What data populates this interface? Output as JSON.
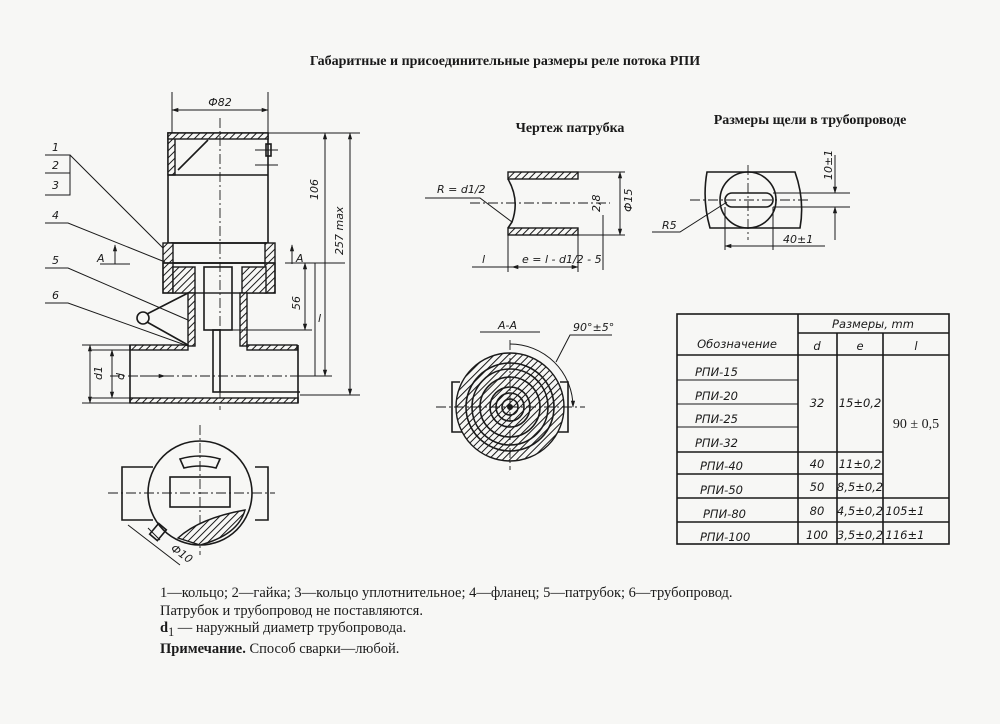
{
  "title": "Габаритные и присоединительные размеры реле потока РПИ",
  "main_view": {
    "dim_diameter": "Ф82",
    "dim_height": "106",
    "dim_total": "257 max",
    "dim_56": "56",
    "dim_l": "l",
    "section_mark": "A",
    "callouts": [
      "1",
      "2",
      "3",
      "4",
      "5",
      "6"
    ],
    "dim_d1": "d1",
    "dim_d": "d"
  },
  "bottom_view": {
    "dim_hole": "Ф10"
  },
  "nozzle_drawing": {
    "title": "Чертеж патрубка",
    "radius": "R = d1/2",
    "wall": "2,8",
    "diameter": "Ф15",
    "length": "l",
    "formula": "e = l - d1/2 - 5"
  },
  "slot_drawing": {
    "title": "Размеры щели в трубопроводе",
    "radius": "R5",
    "height": "10±1",
    "width": "40±1"
  },
  "section_aa": {
    "label": "A-A",
    "angle": "90°±5°"
  },
  "table": {
    "header_designation": "Обозначение",
    "header_sizes": "Размеры, mm",
    "col_d": "d",
    "col_e": "e",
    "col_l": "l",
    "rows": [
      {
        "name": "РПИ-15"
      },
      {
        "name": "РПИ-20"
      },
      {
        "name": "РПИ-25"
      },
      {
        "name": "РПИ-32"
      },
      {
        "name": "РПИ-40"
      },
      {
        "name": "РПИ-50"
      },
      {
        "name": "РПИ-80"
      },
      {
        "name": "РПИ-100"
      }
    ],
    "d_32_group": "32",
    "e_32_group": "15±0,2",
    "l_group": "90 ± 0,5",
    "d_40": "40",
    "e_40": "11±0,2",
    "d_50": "50",
    "e_50": "8,5±0,2",
    "d_80": "80",
    "e_80": "4,5±0,2",
    "l_80": "105±1",
    "d_100": "100",
    "e_100": "3,5±0,2",
    "l_100": "116±1"
  },
  "notes": {
    "legend": "1—кольцо; 2—гайка; 3—кольцо уплотнительное; 4—фланец; 5—патрубок; 6—трубопровод.",
    "not_supplied": "Патрубок и трубопровод не поставляются.",
    "d1_symbol": "d",
    "d1_sub": "1",
    "d1_text": " — наружный диаметр трубопровода.",
    "remark_label": "Примечание.",
    "remark_text": " Способ сварки—любой."
  }
}
